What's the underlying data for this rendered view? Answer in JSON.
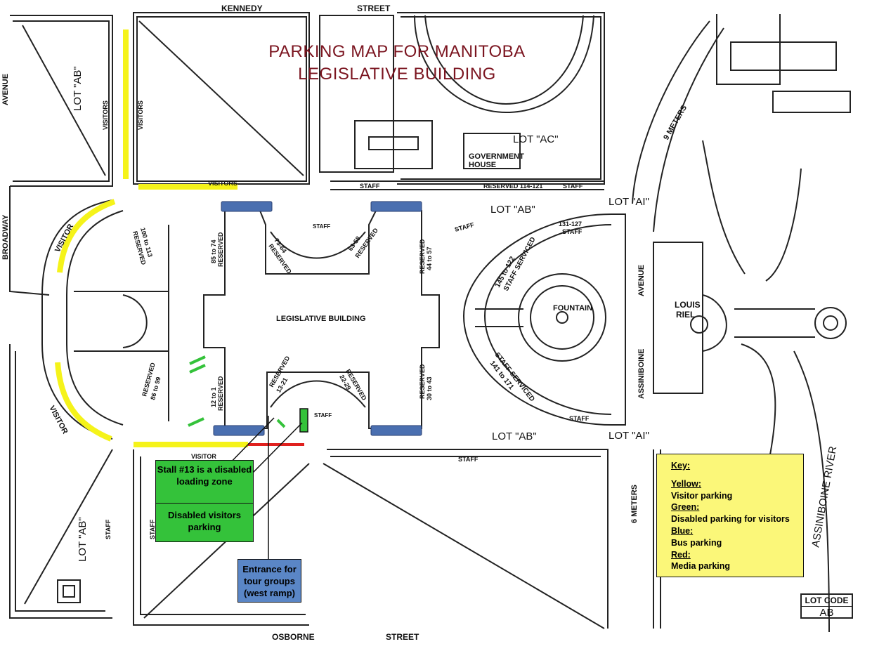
{
  "title": {
    "line1": "PARKING MAP FOR MANITOBA",
    "line2": "LEGISLATIVE BUILDING"
  },
  "colors": {
    "title": "#7b1520",
    "yellow_visitor": "#f5f31a",
    "green_disabled": "#34c23a",
    "blue_bus": "#4a6fb0",
    "red_media": "#e0201e",
    "key_background": "#fbf779",
    "tour_box": "#5a86c6"
  },
  "streets": {
    "north": [
      "KENNEDY",
      "STREET"
    ],
    "south": [
      "OSBORNE",
      "STREET"
    ],
    "west_avenue": "AVENUE",
    "west_broadway": "BROADWAY",
    "east_assiniboine": "ASSINIBOINE",
    "east_avenue": "AVENUE",
    "river": "ASSINIBOINE RIVER"
  },
  "buildings": {
    "legislative": "LEGISLATIVE BUILDING",
    "government_house_1": "GOVERNMENT",
    "government_house_2": "HOUSE",
    "fountain": "FOUNTAIN",
    "louis_riel_1": "LOUIS",
    "louis_riel_2": "RIEL"
  },
  "lots": {
    "ac": "LOT \"AC\"",
    "ab_north": "LOT \"AB\"",
    "ab_south": "LOT \"AB\"",
    "ab_nw": "LOT \"AB\"",
    "ab_sw": "LOT \"AB\"",
    "ai_north": "LOT \"AI\"",
    "ai_south": "LOT \"AI\""
  },
  "map_labels": {
    "visitors_left": "VISITORS",
    "visitors_right": "VISITORS",
    "visitors_bottom": "VISITORS",
    "visitor_nw": "VISITOR",
    "visitor_sw": "VISITOR",
    "visitor_south": "VISITOR",
    "staff_north_left": "STAFF",
    "reserved_114": "RESERVED 114-121",
    "staff_north_right": "STAFF",
    "staff_131": "131-127",
    "staff_131_b": "STAFF",
    "staff_flag": "STAFF",
    "staff_court_n": "STAFF",
    "staff_court_s": "STAFF",
    "staff_145_a": "145 to 122",
    "staff_145_b": "STAFF SERVICED",
    "staff_141_a": "STAFF SERVICED",
    "staff_141_b": "141 to 171",
    "staff_east_low": "STAFF",
    "staff_south": "STAFF",
    "staff_sw_1": "STAFF",
    "staff_sw_2": "STAFF",
    "nine_meters": "9 METERS",
    "six_meters": "6 METERS",
    "res_100_a": "100 to 113",
    "res_100_b": "RESERVED",
    "res_86_a": "RESERVED",
    "res_86_b": "86 to 99",
    "res_85_a": "85 to 74",
    "res_85_b": "RESERVED",
    "res_73_a": "73-64",
    "res_73_b": "RESERVED",
    "res_63_a": "63-58",
    "res_63_b": "RESERVED",
    "res_44_a": "RESERVED",
    "res_44_b": "44 to 57",
    "res_12_a": "12 to 1",
    "res_12_b": "RESERVED",
    "res_13_a": "RESERVED",
    "res_13_b": "13-21",
    "res_22_a": "RESERVED",
    "res_22_b": "22-29",
    "res_30_a": "RESERVED",
    "res_30_b": "30 to 43"
  },
  "callouts": {
    "stall13": "Stall #13 is a disabled loading zone",
    "disabled": "Disabled visitors parking",
    "tour": "Entrance for tour groups (west ramp)"
  },
  "key": {
    "heading": "Key:",
    "yellow_h": "Yellow:",
    "yellow_v": "Visitor parking",
    "green_h": "Green:",
    "green_v": "Disabled parking for visitors",
    "blue_h": "Blue:",
    "blue_v": "Bus parking",
    "red_h": "Red:",
    "red_v": "Media parking"
  },
  "lot_code": {
    "label": "LOT CODE",
    "value": "AB"
  }
}
